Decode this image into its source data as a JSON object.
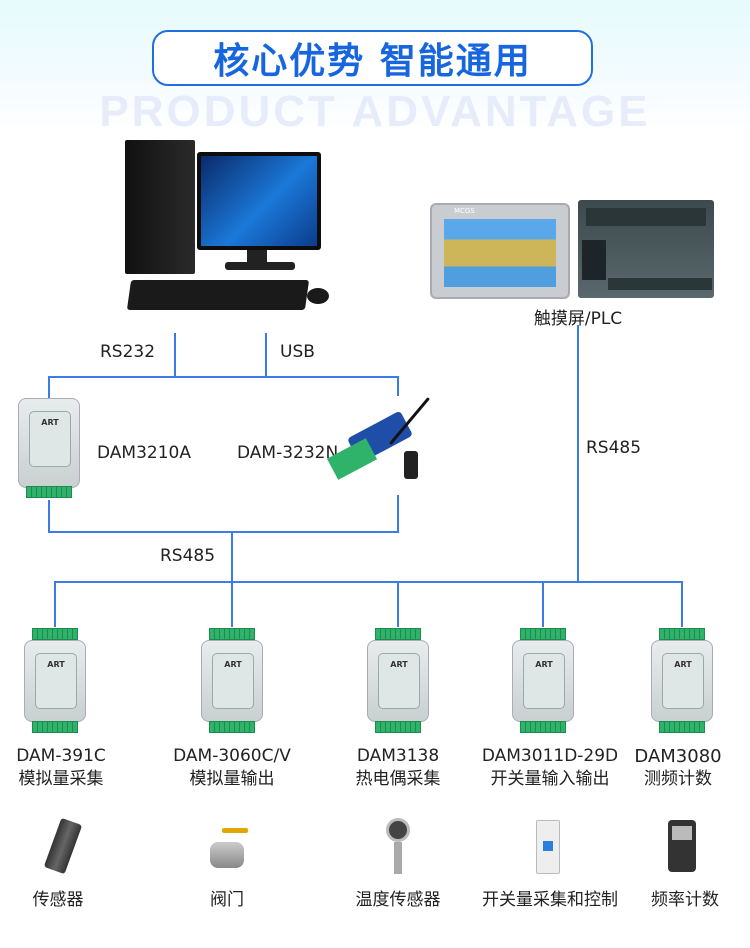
{
  "header": {
    "title": "核心优势 智能通用",
    "watermark": "PRODUCT ADVANTAGE"
  },
  "devices": {
    "hmi_plc_label": "触摸屏/PLC",
    "hmi_brand": "MCGS",
    "module_logo": "ART",
    "converter_label": "DAM-3232N",
    "converter_module": "DAM3210A"
  },
  "links": {
    "rs232": "RS232",
    "usb": "USB",
    "rs485_left": "RS485",
    "rs485_right": "RS485"
  },
  "modules": [
    {
      "model": "DAM-391C",
      "desc": "模拟量采集"
    },
    {
      "model": "DAM-3060C/V",
      "desc": "模拟量输出"
    },
    {
      "model": "DAM3138",
      "desc": "热电偶采集"
    },
    {
      "model": "DAM3011D-29D",
      "desc": "开关量输入输出"
    },
    {
      "model": "DAM3080",
      "desc": "测频计数"
    }
  ],
  "endpoints": [
    {
      "label": "传感器",
      "icon": "pressure-sensor-icon"
    },
    {
      "label": "阀门",
      "icon": "valve-icon"
    },
    {
      "label": "温度传感器",
      "icon": "temperature-sensor-icon"
    },
    {
      "label": "开关量采集和控制",
      "icon": "breaker-icon"
    },
    {
      "label": "频率计数",
      "icon": "frequency-meter-icon"
    }
  ],
  "colors": {
    "accent": "#1766e0",
    "line": "#3b7de8",
    "terminal": "#2fb36a"
  }
}
